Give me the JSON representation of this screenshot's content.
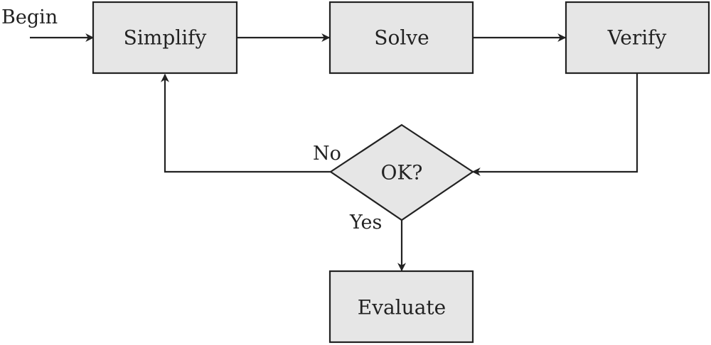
{
  "diagram": {
    "start_label": "Begin",
    "nodes": {
      "simplify": "Simplify",
      "solve": "Solve",
      "verify": "Verify",
      "decision": "OK?",
      "evaluate": "Evaluate"
    },
    "edge_labels": {
      "no": "No",
      "yes": "Yes"
    },
    "colors": {
      "box_fill": "#e6e6e6",
      "stroke": "#222222",
      "text": "#222222"
    }
  }
}
